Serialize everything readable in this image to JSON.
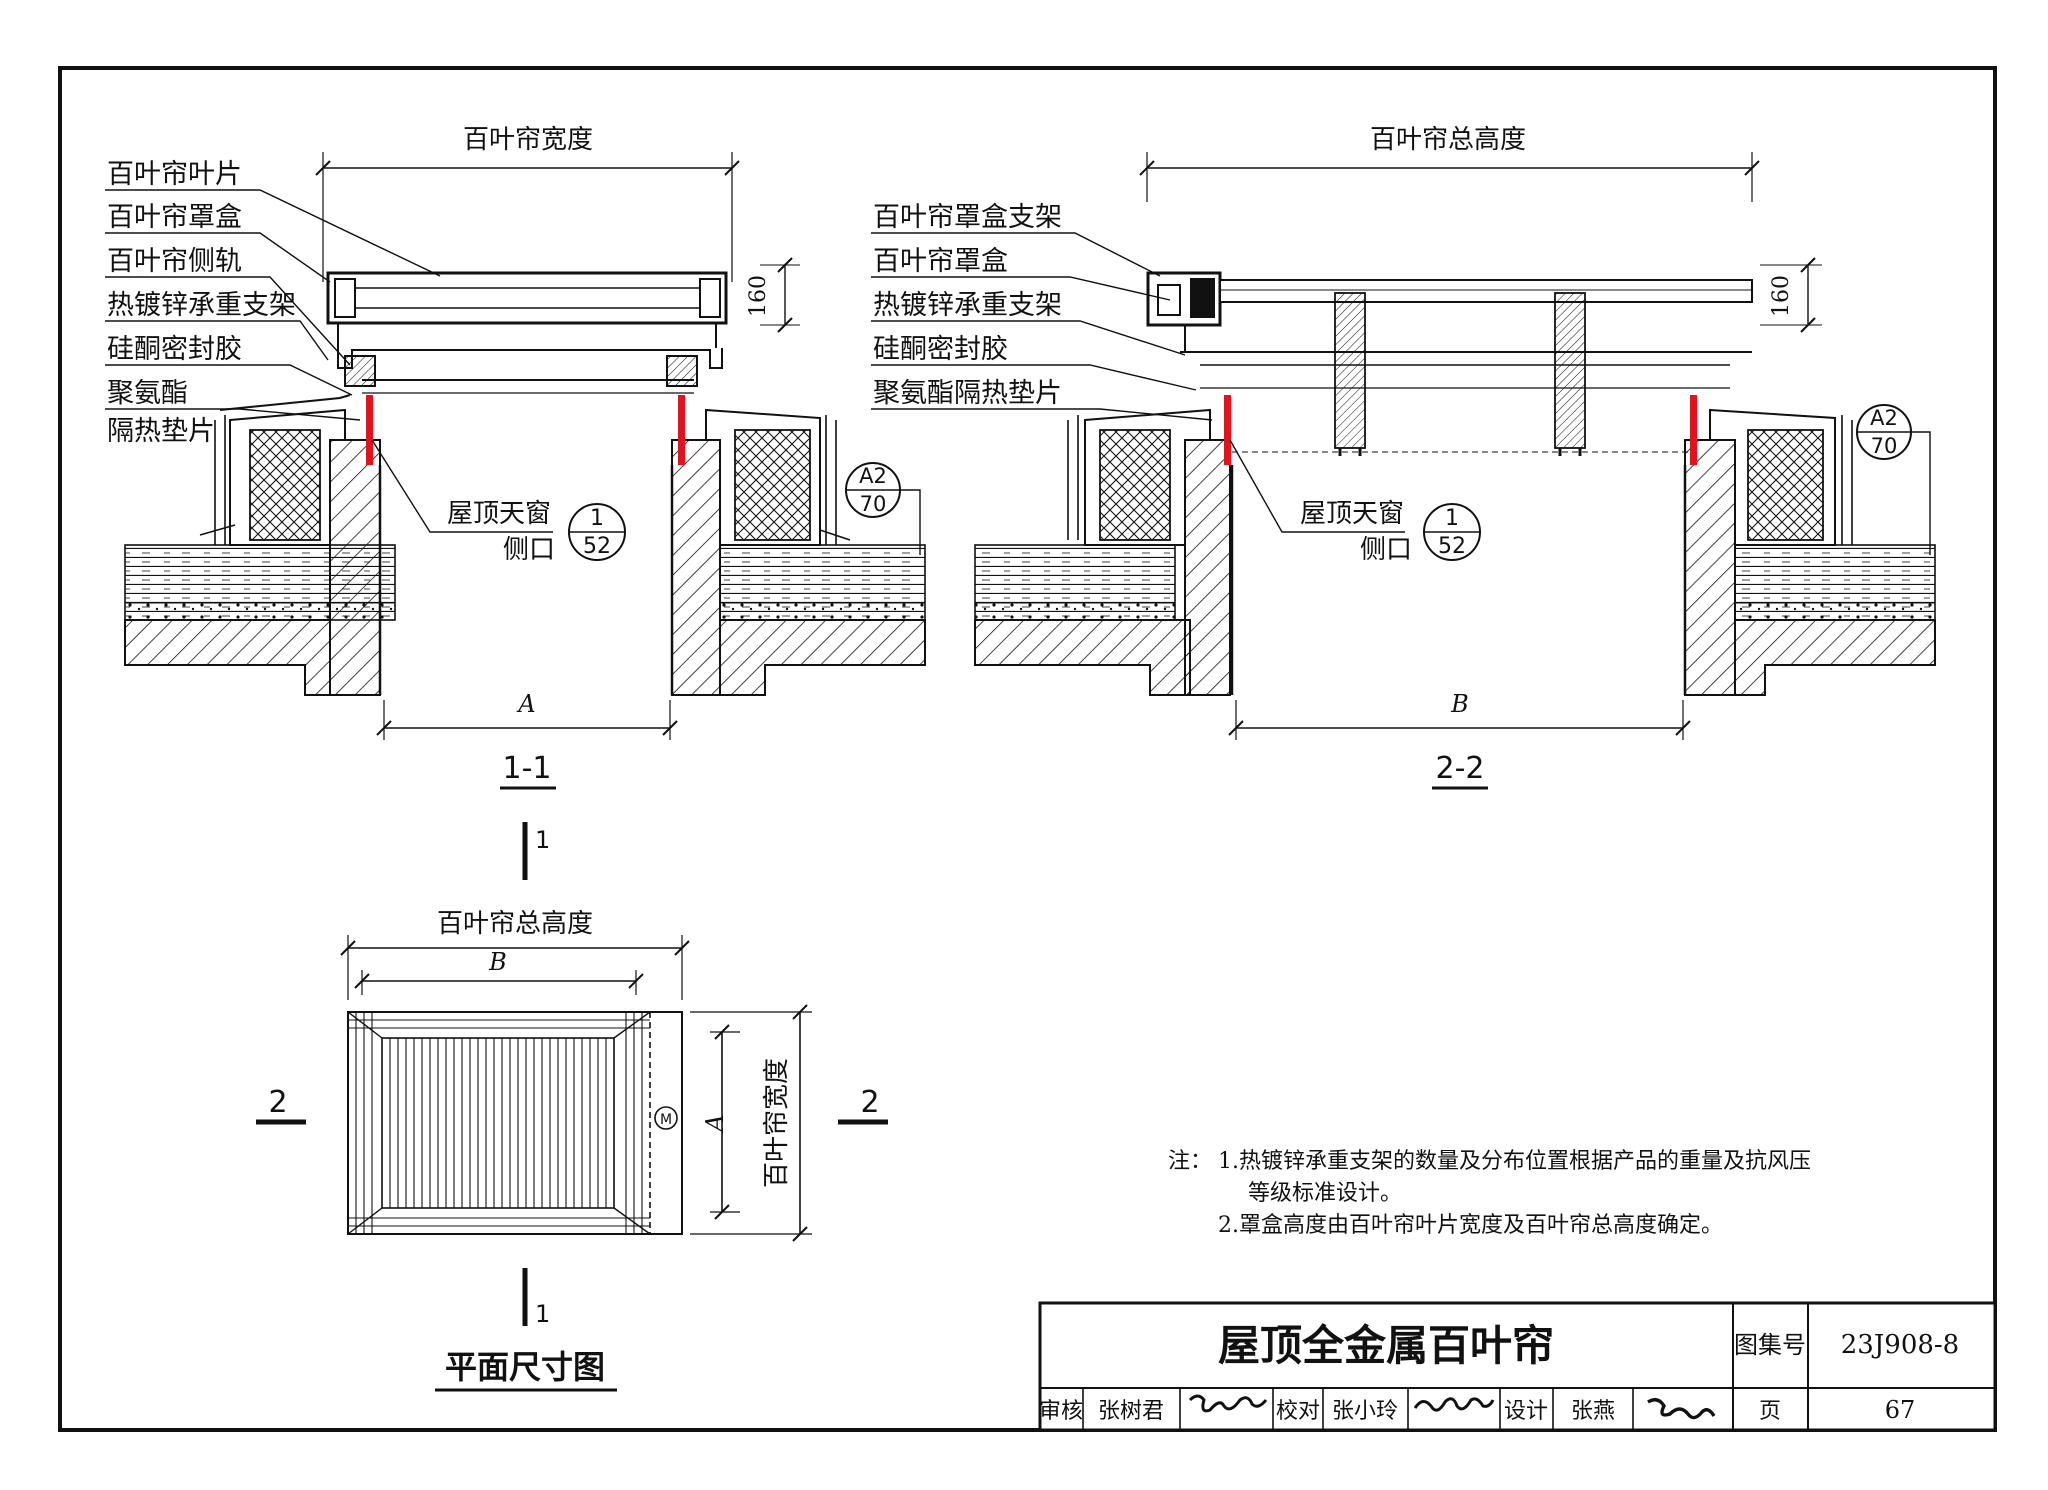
{
  "section_1_1": {
    "dim_width": "百叶帘宽度",
    "labels": [
      "百叶帘叶片",
      "百叶帘罩盒",
      "百叶帘侧轨",
      "热镀锌承重支架",
      "硅酮密封胶",
      "聚氨酯",
      "隔热垫片"
    ],
    "dim_160": "160",
    "dim_A": "A",
    "ref_skylight_text1": "屋顶天窗",
    "ref_skylight_text2": "侧口",
    "ref_skylight_num": "1",
    "ref_skylight_page": "52",
    "ref_a2_num": "A2",
    "ref_a2_page": "70",
    "title": "1-1"
  },
  "section_2_2": {
    "dim_height": "百叶帘总高度",
    "labels": [
      "百叶帘罩盒支架",
      "百叶帘罩盒",
      "热镀锌承重支架",
      "硅酮密封胶",
      "聚氨酯隔热垫片"
    ],
    "dim_160": "160",
    "dim_B": "B",
    "ref_skylight_text1": "屋顶天窗",
    "ref_skylight_text2": "侧口",
    "ref_skylight_num": "1",
    "ref_skylight_page": "52",
    "ref_a2_num": "A2",
    "ref_a2_page": "70",
    "title": "2-2"
  },
  "plan": {
    "cut_1": "1",
    "cut_2": "2",
    "dim_total_height": "百叶帘总高度",
    "dim_B": "B",
    "dim_A": "A",
    "dim_width": "百叶帘宽度",
    "motor": "M",
    "title": "平面尺寸图"
  },
  "notes": {
    "prefix": "注：",
    "line1": "1.热镀锌承重支架的数量及分布位置根据产品的重量及抗风压",
    "line2": "等级标准设计。",
    "line3": "2.罩盒高度由百叶帘叶片宽度及百叶帘总高度确定。"
  },
  "title_block": {
    "title": "屋顶全金属百叶帘",
    "atlas_label": "图集号",
    "atlas_no": "23J908-8",
    "review_label": "审核",
    "reviewer": "张树君",
    "reviewer_signature": "张树君",
    "check_label": "校对",
    "checker": "张小玲",
    "checker_signature": "张小玲",
    "design_label": "设计",
    "designer": "张燕",
    "designer_signature": "张燕",
    "page_label": "页",
    "page_no": "67"
  },
  "colors": {
    "ink": "#111111",
    "sealant": "#e0141e",
    "paper": "#ffffff"
  }
}
